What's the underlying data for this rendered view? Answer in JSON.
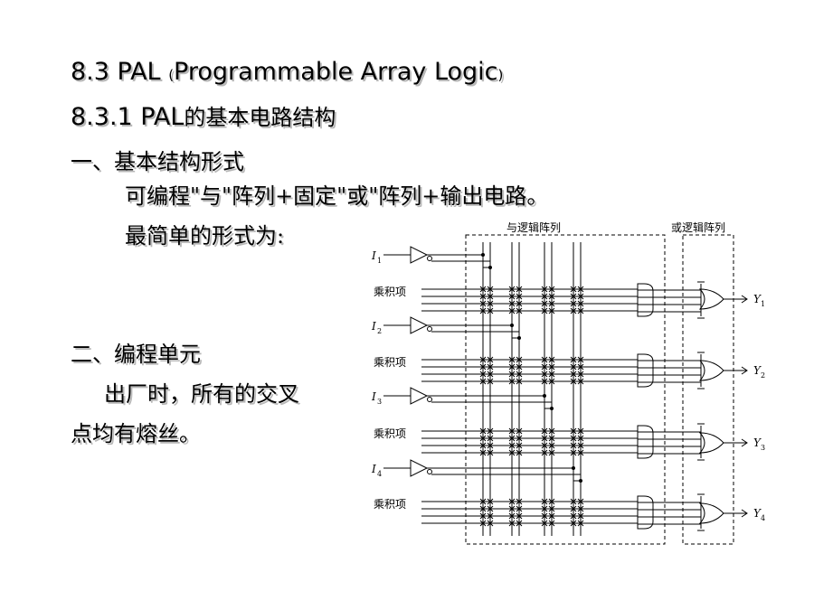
{
  "slide": {
    "title_line1_main": "8.3 PAL",
    "title_line1_paren_open": "(",
    "title_line1_rest": "Programmable Array Logic",
    "title_line1_paren_close": ")",
    "title_line2_num": "8.3.1  PAL",
    "title_line2_cn": "的基本电路结构",
    "section1_heading": "一、基本结构形式",
    "section1_line1": "可编程\"与\"阵列+固定\"或\"阵列+输出电路。",
    "section1_line2": "最简单的形式为:",
    "section2_heading": "二、编程单元",
    "section2_line1": "出厂时，所有的交叉",
    "section2_line2": "点均有熔丝。"
  },
  "diagram": {
    "and_array_label": "与逻辑阵列",
    "or_array_label": "或逻辑阵列",
    "product_term_label": "乘积项",
    "inputs": [
      {
        "letter": "I",
        "sub": "1"
      },
      {
        "letter": "I",
        "sub": "2"
      },
      {
        "letter": "I",
        "sub": "3"
      },
      {
        "letter": "I",
        "sub": "4"
      }
    ],
    "outputs": [
      {
        "letter": "Y",
        "sub": "1"
      },
      {
        "letter": "Y",
        "sub": "2"
      },
      {
        "letter": "Y",
        "sub": "3"
      },
      {
        "letter": "Y",
        "sub": "4"
      }
    ]
  }
}
